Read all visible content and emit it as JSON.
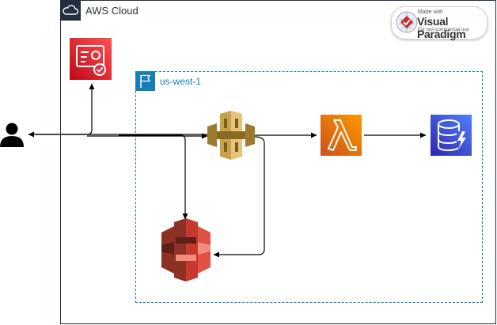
{
  "cloud": {
    "title": "AWS Cloud"
  },
  "region": {
    "title": "us-west-1"
  },
  "watermark": {
    "line1": "Made with",
    "brand": "Visual Paradigm",
    "line2": "For non-commercial use"
  },
  "nodes": [
    {
      "id": "user",
      "icon": "user-icon"
    },
    {
      "id": "certificate",
      "icon": "certificate-manager-icon",
      "color": "#dd344c"
    },
    {
      "id": "api-gateway",
      "icon": "api-gateway-icon",
      "color": "#c8a24a"
    },
    {
      "id": "lambda",
      "icon": "lambda-icon",
      "color": "#f58536"
    },
    {
      "id": "dynamodb",
      "icon": "dynamodb-icon",
      "color": "#3b48cc"
    },
    {
      "id": "s3",
      "icon": "s3-bucket-icon",
      "color": "#e05243"
    }
  ],
  "edges": [
    {
      "from": "user",
      "to": "certificate"
    },
    {
      "from": "api-gateway",
      "to": "user"
    },
    {
      "from": "user",
      "to": "api-gateway"
    },
    {
      "from": "user",
      "to": "s3"
    },
    {
      "from": "api-gateway",
      "to": "lambda"
    },
    {
      "from": "api-gateway",
      "to": "s3"
    },
    {
      "from": "lambda",
      "to": "dynamodb"
    }
  ],
  "colors": {
    "cloud_border": "#232f3e",
    "region_border": "#147eba",
    "arrow": "#000000"
  }
}
